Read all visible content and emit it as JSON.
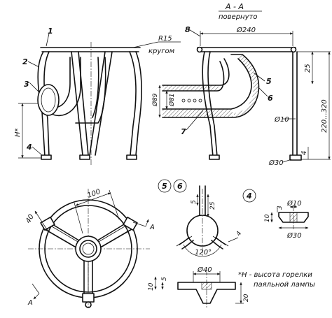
{
  "callouts": {
    "c1": "1",
    "c2": "2",
    "c3": "3",
    "c4": "4",
    "c5": "5",
    "c6": "6",
    "c7": "7",
    "c8": "8",
    "c5b": "5",
    "c6b": "6",
    "c4b": "4"
  },
  "section": {
    "title": "А - А",
    "subtitle": "повернуто"
  },
  "dims": {
    "r15": "R15",
    "r15_note": "кругом",
    "h": "H*",
    "d240": "Ø240",
    "d89": "Ø89",
    "d81": "Ø81",
    "d10_side": "Ø10",
    "d30_side": "Ø30",
    "v25": "25",
    "v220_320": "220...320",
    "v4_side": "4",
    "v100": "100",
    "v40_plan": "40",
    "cut_a1": "А",
    "cut_a2": "А",
    "v5_56": "5",
    "v25_56": "25",
    "v120": "120°",
    "v4_56": "4",
    "v10_d4": "10",
    "v3_d4": "3",
    "d10_d4": "Ø10",
    "d30_d4": "Ø30",
    "d40_cap": "Ø40",
    "v10_cap": "10",
    "v5_cap": "5",
    "v20_cap": "20"
  },
  "note": {
    "line1": "*H - высота горелки",
    "line2": "паяльной лампы"
  }
}
